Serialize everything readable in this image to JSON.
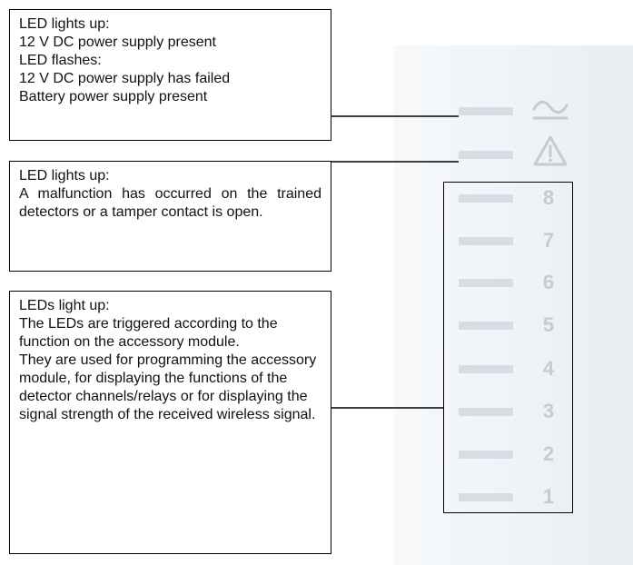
{
  "callouts": {
    "power": {
      "lines": [
        "LED lights up:",
        "12 V DC power supply present",
        "LED flashes:",
        "12 V DC power supply has failed",
        "Battery power supply present"
      ]
    },
    "fault": {
      "heading": "LED lights up:",
      "text": "A malfunction has occurred on the trained detectors or a tamper contact is open."
    },
    "channels": {
      "heading": "LEDs light up:",
      "text1": "The LEDs are triggered according to the function on the accessory module.",
      "text2": "They are used for programming the accessory module, for displaying the functions of the detector channels/relays or for displaying the signal strength of the received wireless signal."
    }
  },
  "panel": {
    "power_icon": "power-supply-icon",
    "fault_icon": "warning-triangle-icon",
    "channel_numbers": [
      "8",
      "7",
      "6",
      "5",
      "4",
      "3",
      "2",
      "1"
    ]
  }
}
